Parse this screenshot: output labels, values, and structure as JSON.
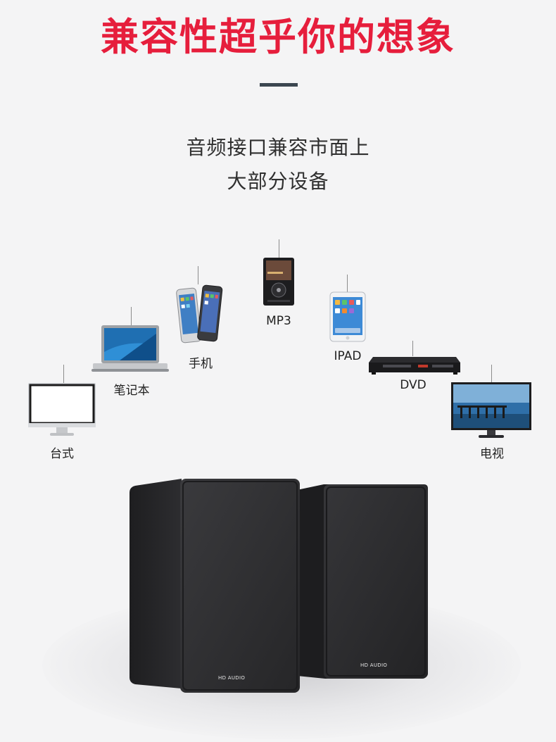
{
  "title": "兼容性超乎你的想象",
  "subtitle_line1": "音频接口兼容市面上",
  "subtitle_line2": "大部分设备",
  "devices": {
    "desktop": "台式",
    "laptop": "笔记本",
    "phone": "手机",
    "mp3": "MP3",
    "ipad": "IPAD",
    "dvd": "DVD",
    "tv": "电视"
  },
  "speaker_brand": "HD AUDIO",
  "colors": {
    "title": "#e61e3c",
    "divider": "#3b4650",
    "speaker": "#2b2b2c"
  }
}
